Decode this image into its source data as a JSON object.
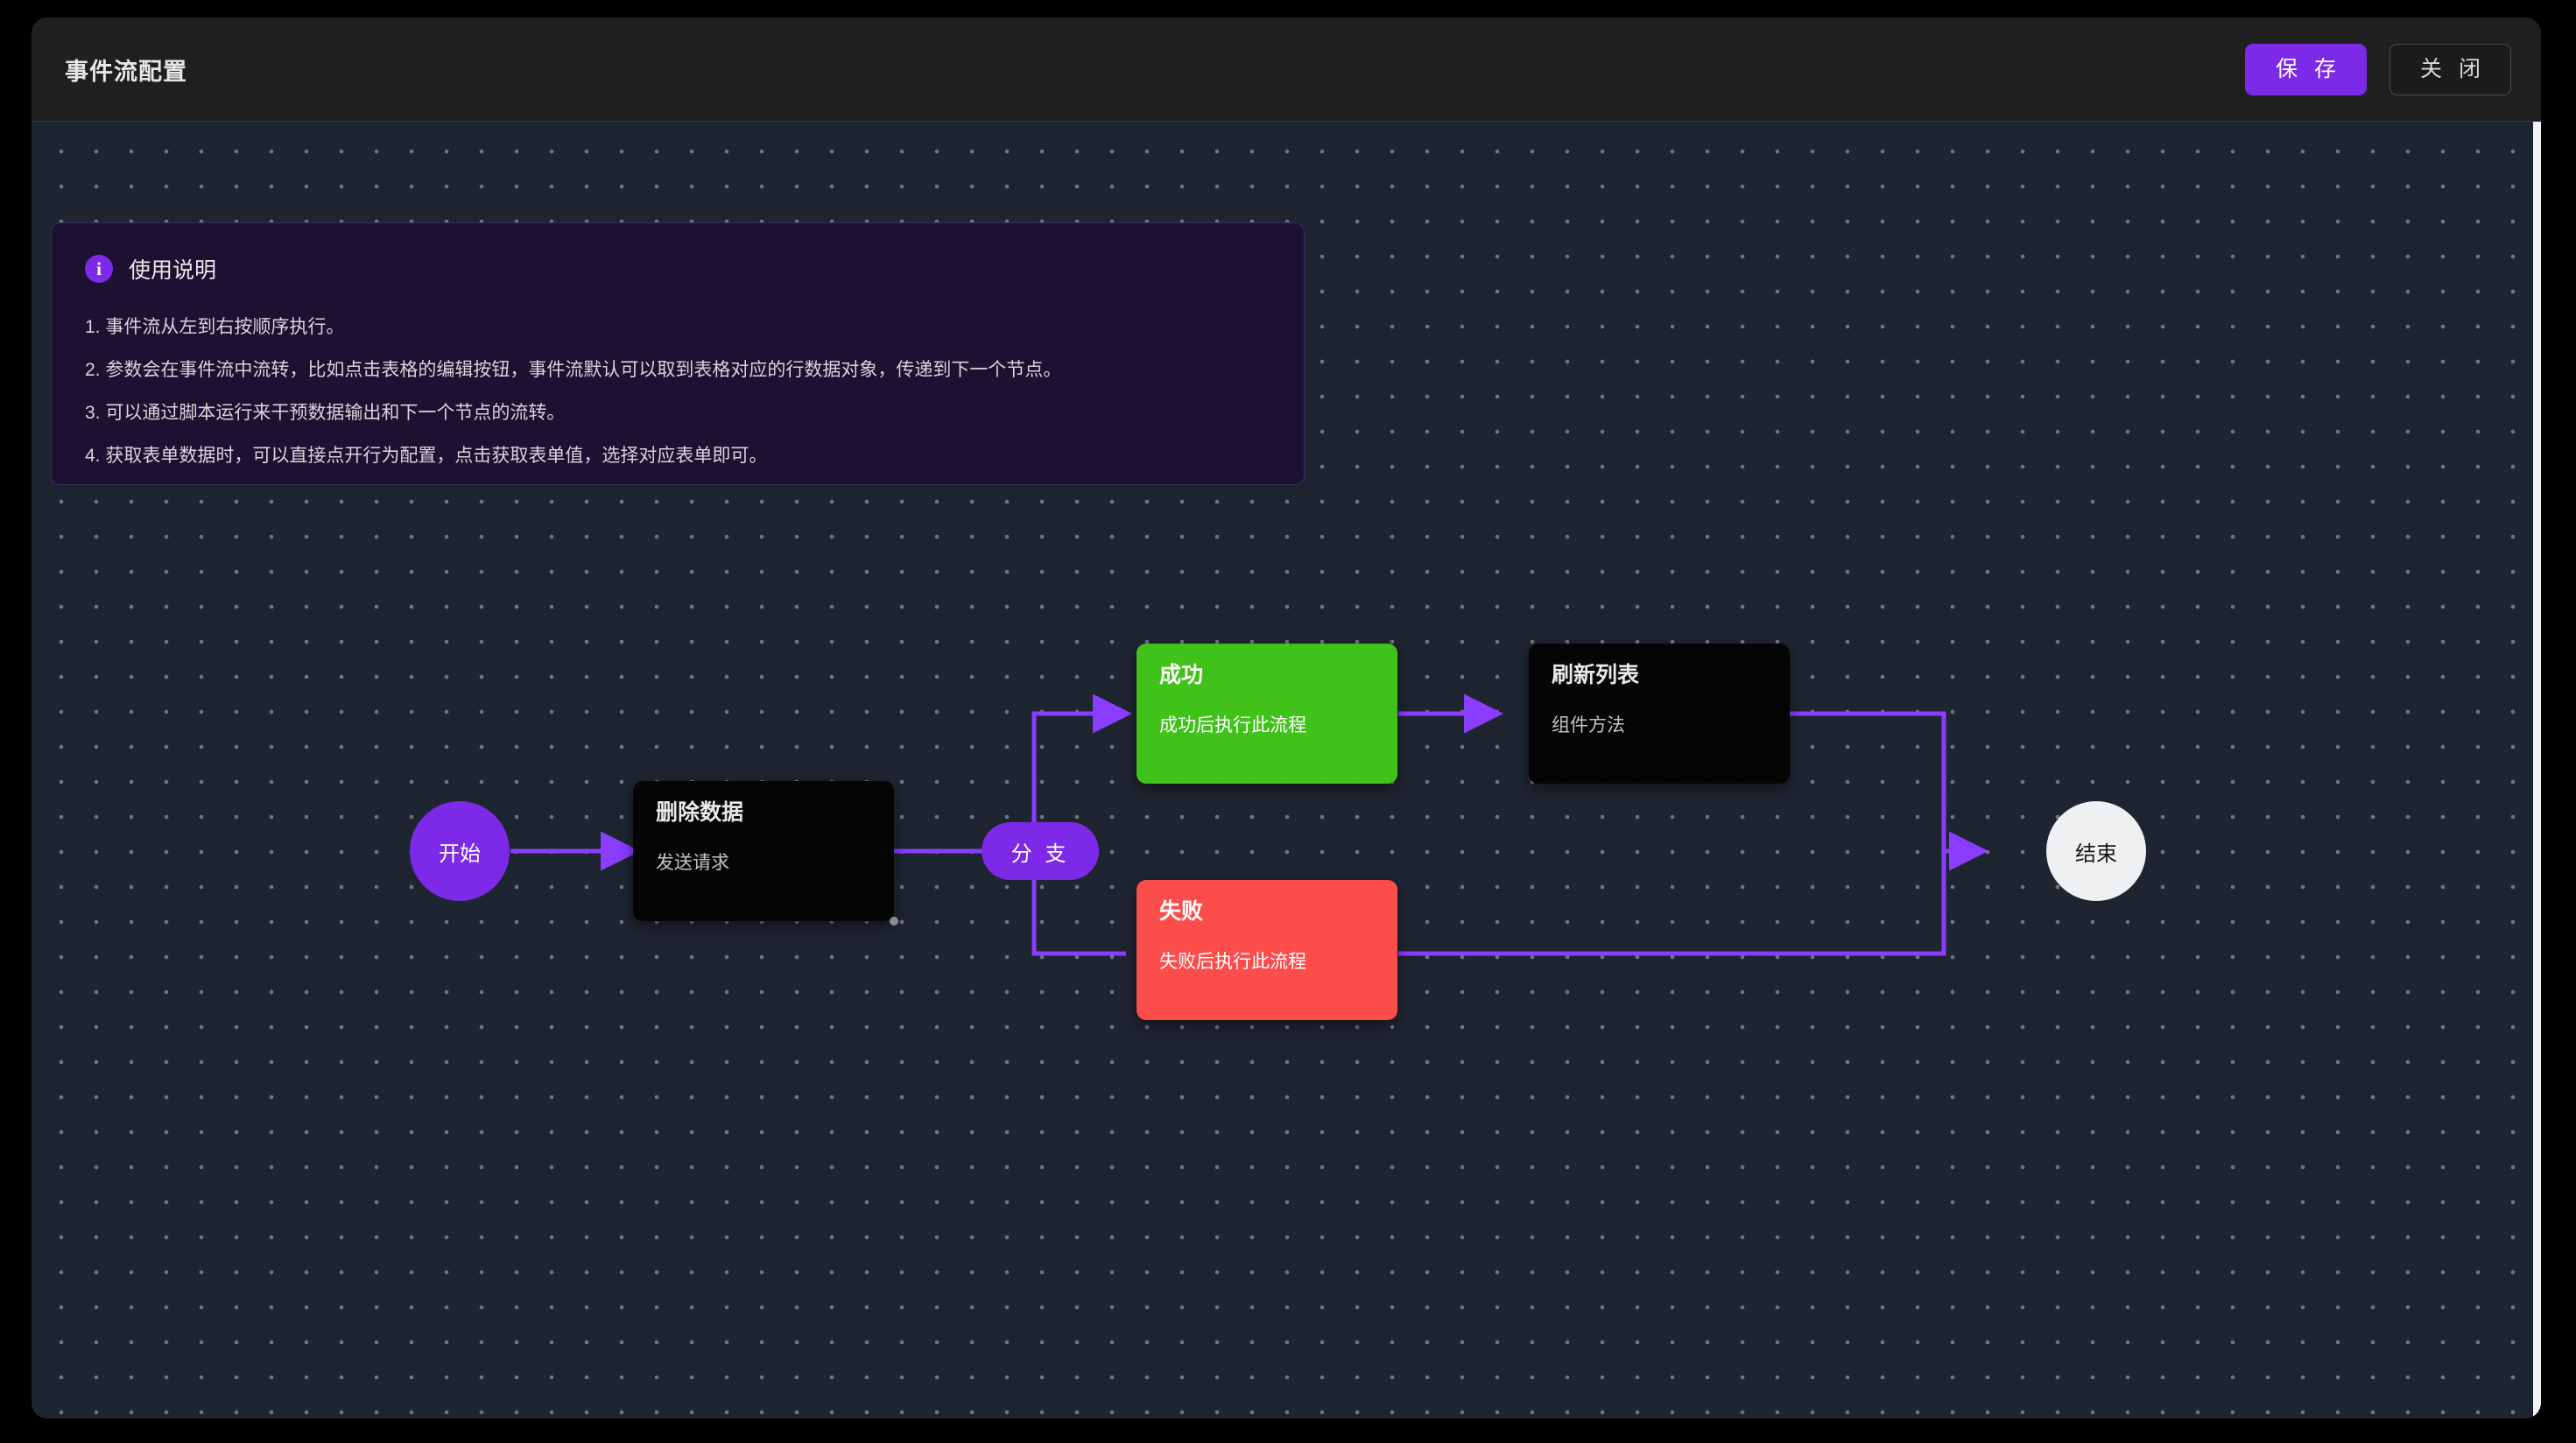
{
  "header": {
    "title": "事件流配置",
    "save_label": "保 存",
    "close_label": "关 闭"
  },
  "info_panel": {
    "icon": "info-icon",
    "title": "使用说明",
    "items": [
      "1. 事件流从左到右按顺序执行。",
      "2. 参数会在事件流中流转，比如点击表格的编辑按钮，事件流默认可以取到表格对应的行数据对象，传递到下一个节点。",
      "3. 可以通过脚本运行来干预数据输出和下一个节点的流转。",
      "4. 获取表单数据时，可以直接点开行为配置，点击获取表单值，选择对应表单即可。"
    ]
  },
  "flow": {
    "edge_color": "#8b3dff",
    "nodes": {
      "start": {
        "label": "开始",
        "color": "#7c2ae8"
      },
      "delete_data": {
        "title": "删除数据",
        "subtitle": "发送请求",
        "color": "#050505"
      },
      "branch": {
        "label": "分 支",
        "color": "#7c2ae8"
      },
      "success": {
        "title": "成功",
        "subtitle": "成功后执行此流程",
        "color": "#41c21a"
      },
      "failure": {
        "title": "失败",
        "subtitle": "失败后执行此流程",
        "color": "#fc4d4d"
      },
      "refresh_list": {
        "title": "刷新列表",
        "subtitle": "组件方法",
        "color": "#050505"
      },
      "end": {
        "label": "结束",
        "color": "#eff0f2"
      }
    }
  }
}
